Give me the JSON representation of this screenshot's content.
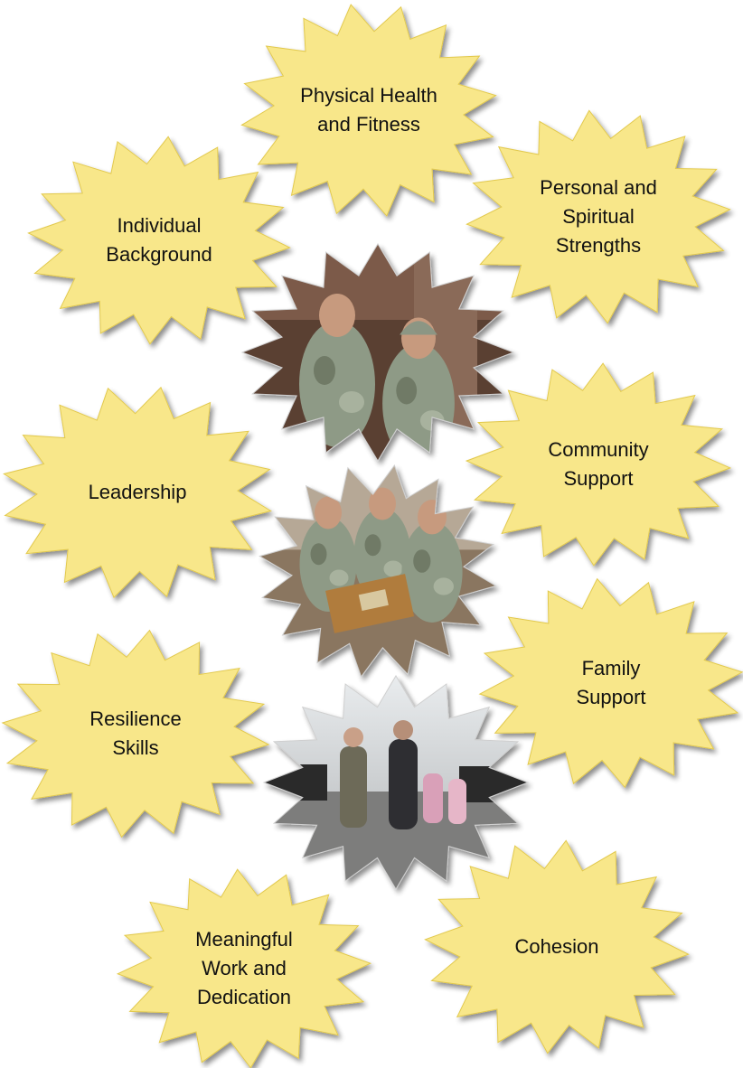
{
  "colors": {
    "burst_fill": "#f8e78a",
    "burst_stroke": "#e2c94e",
    "photo_edge": "#cfcfcf"
  },
  "bursts": [
    {
      "id": "physical-health-and-fitness",
      "lines": [
        "Physical Health",
        "and Fitness"
      ]
    },
    {
      "id": "individual-background",
      "lines": [
        "Individual",
        "Background"
      ]
    },
    {
      "id": "personal-and-spiritual-strengths",
      "lines": [
        "Personal and",
        "Spiritual",
        "Strengths"
      ]
    },
    {
      "id": "leadership",
      "lines": [
        "Leadership"
      ]
    },
    {
      "id": "community-support",
      "lines": [
        "Community",
        "Support"
      ]
    },
    {
      "id": "family-support",
      "lines": [
        "Family",
        "Support"
      ]
    },
    {
      "id": "resilience-skills",
      "lines": [
        "Resilience",
        "Skills"
      ]
    },
    {
      "id": "meaningful-work-and-dedication",
      "lines": [
        "Meaningful",
        "Work and",
        "Dedication"
      ]
    },
    {
      "id": "cohesion",
      "lines": [
        "Cohesion"
      ]
    }
  ],
  "photos": [
    {
      "id": "soldiers-talking-photo",
      "subject": "two soldiers in conversation"
    },
    {
      "id": "soldiers-playing-cards-photo",
      "subject": "soldiers playing cards around a box"
    },
    {
      "id": "family-walking-photo",
      "subject": "soldier family walking together"
    }
  ]
}
